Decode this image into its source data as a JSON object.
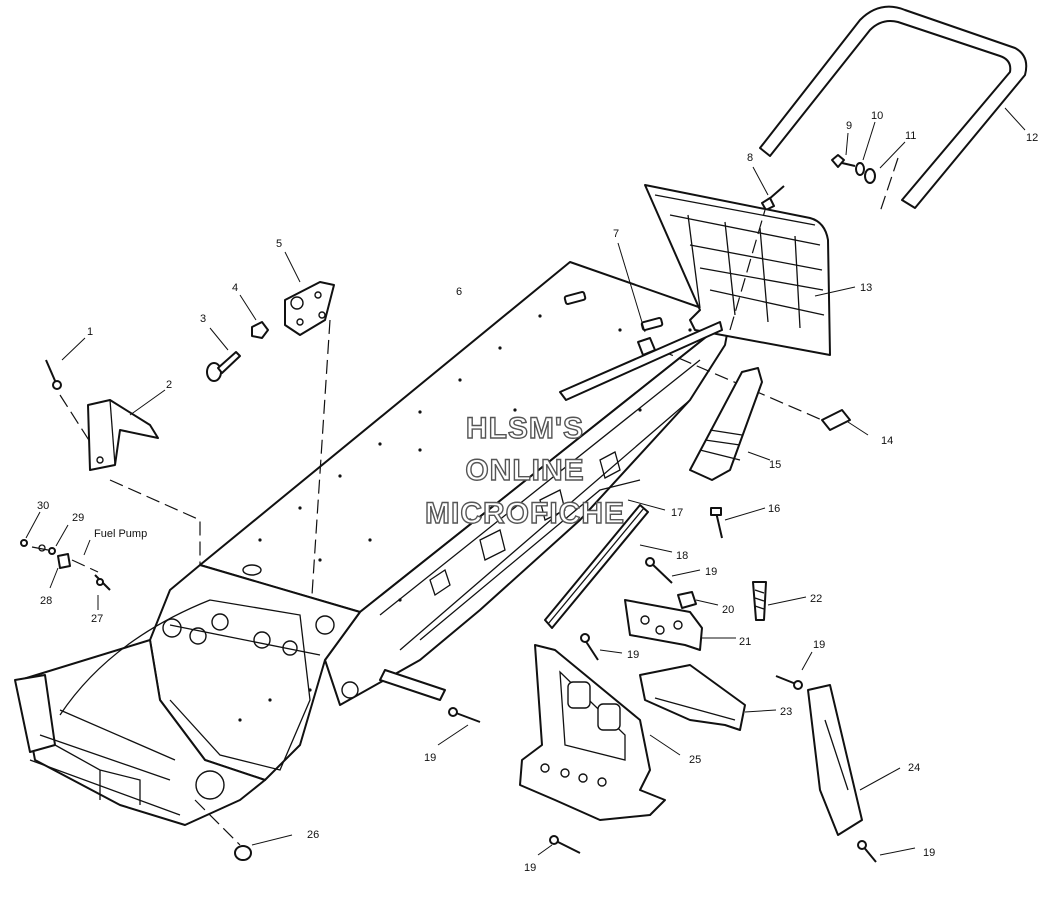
{
  "watermark": {
    "lines": [
      "HLSM'S",
      "ONLINE",
      "MICROFICHE"
    ]
  },
  "labels": {
    "fuel_pump": "Fuel Pump"
  },
  "callouts": [
    "1",
    "2",
    "3",
    "4",
    "5",
    "6",
    "7",
    "8",
    "9",
    "10",
    "11",
    "12",
    "13",
    "14",
    "15",
    "16",
    "17",
    "18",
    "19",
    "19",
    "19",
    "19",
    "19",
    "19",
    "20",
    "21",
    "22",
    "23",
    "24",
    "25",
    "26",
    "27",
    "28",
    "29",
    "30"
  ]
}
